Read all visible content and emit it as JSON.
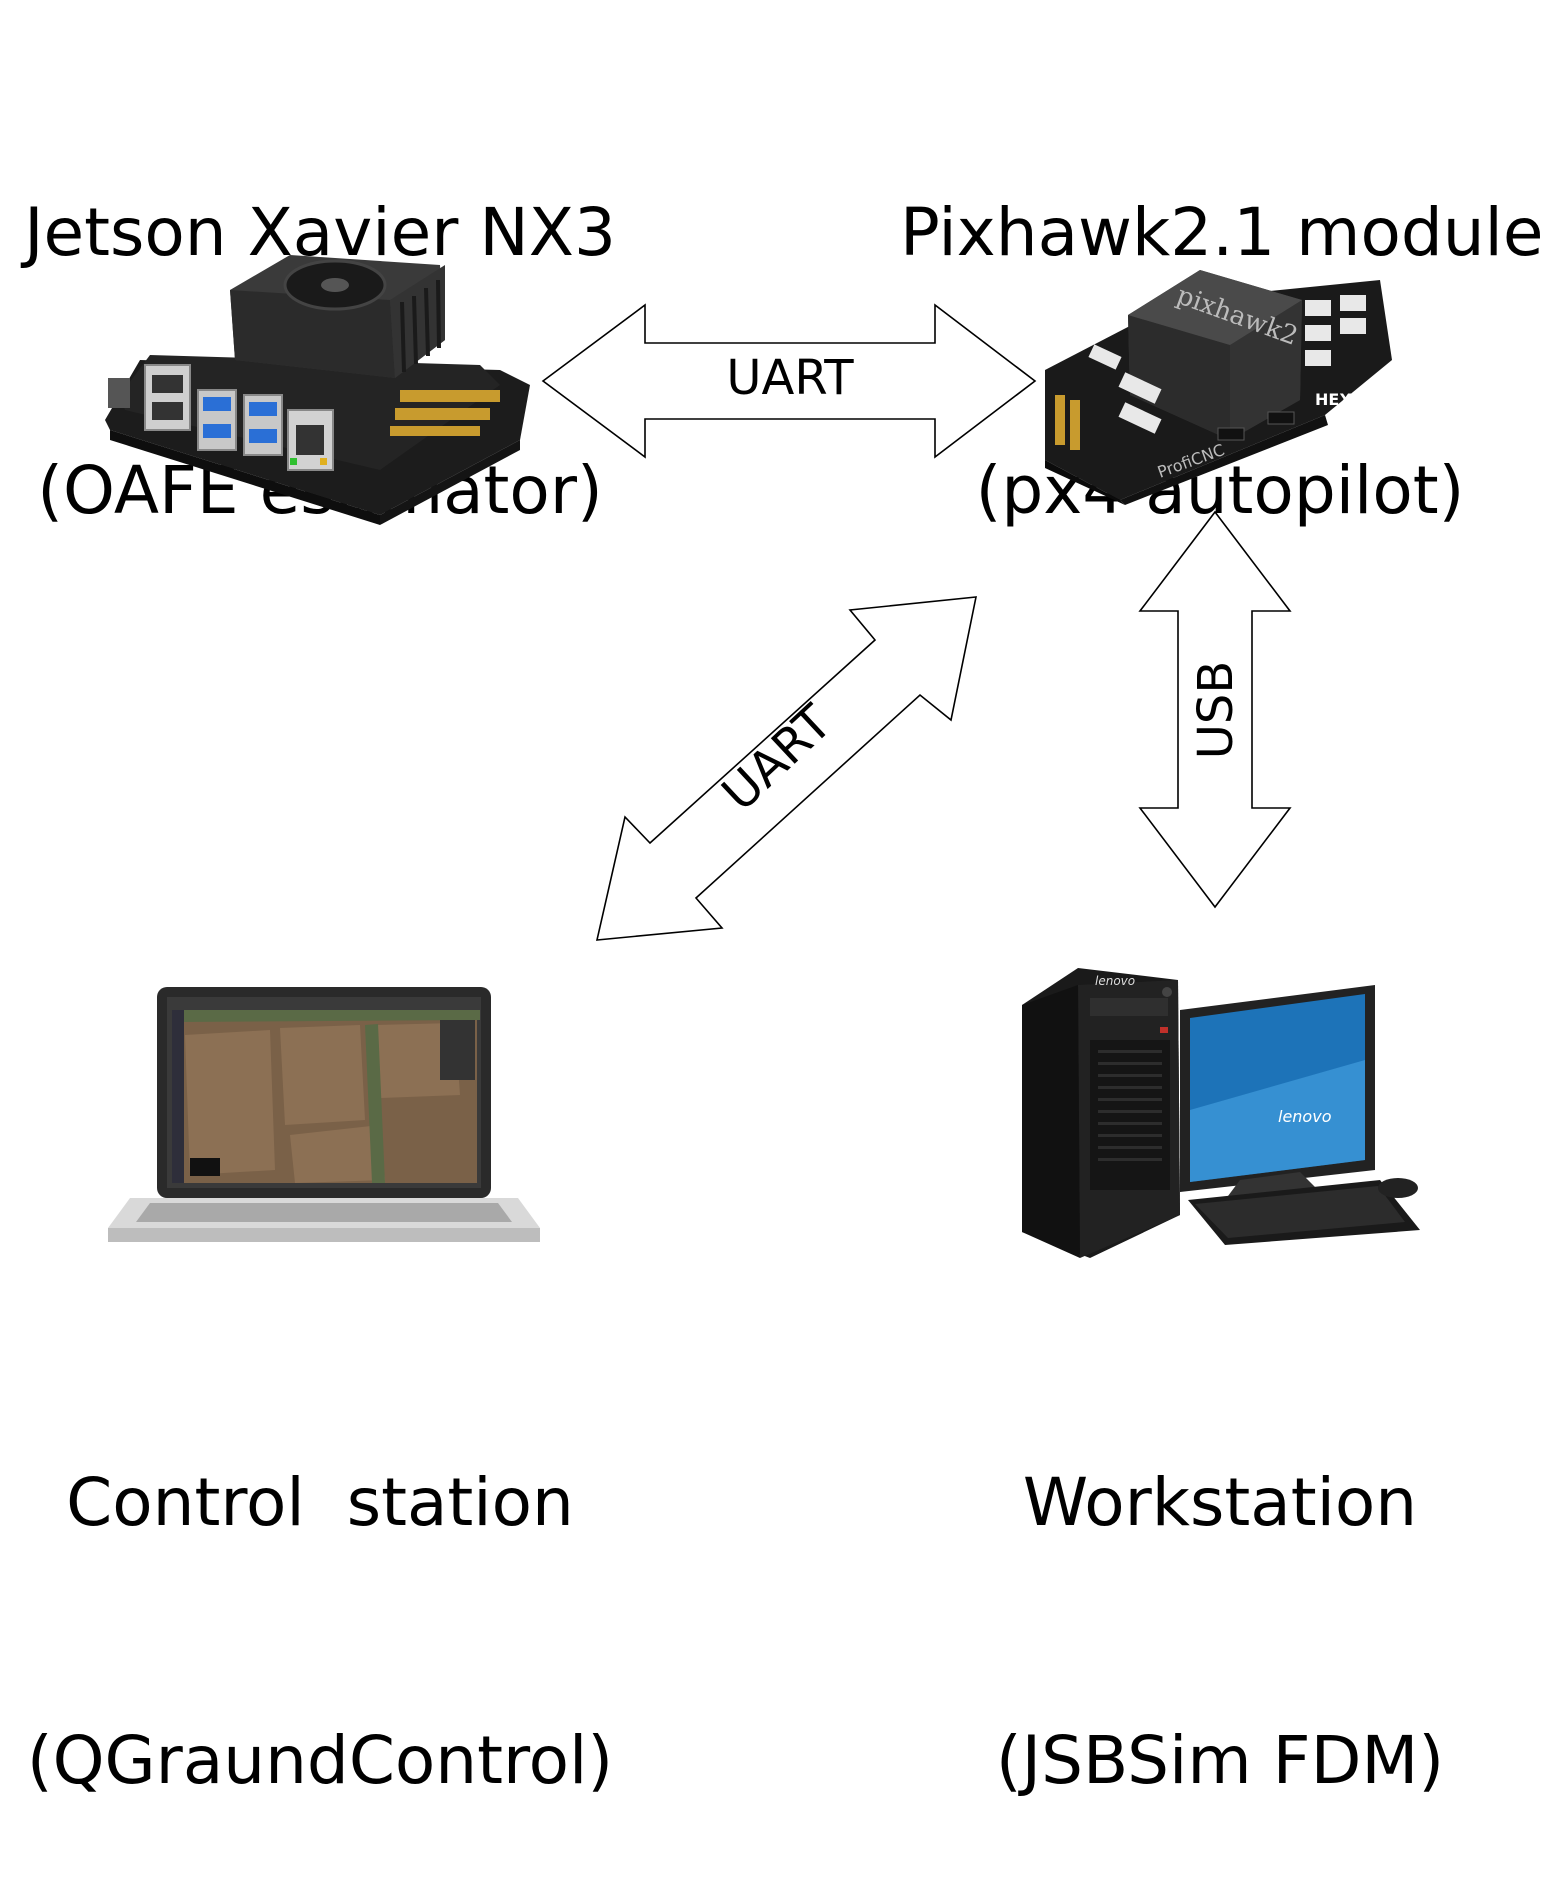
{
  "nodes": {
    "jetson": {
      "title": "Jetson Xavier NX3",
      "subtitle": "(OAFE estimator)",
      "icon": "jetson-board-icon"
    },
    "pixhawk": {
      "title": "Pixhawk2.1 module",
      "subtitle": "(px4 autopilot)",
      "icon": "pixhawk-module-icon",
      "device_text": "pixhawk2",
      "brand_text": "HEX",
      "maker_text": "ProfiCNC"
    },
    "control_station": {
      "title": "Control  station",
      "subtitle": "(QGraundControl)",
      "icon": "laptop-icon"
    },
    "workstation": {
      "title": "Workstation",
      "subtitle": "(JSBSim FDM)",
      "icon": "desktop-pc-icon",
      "brand_text": "lenovo"
    }
  },
  "connections": [
    {
      "id": "jetson-pixhawk",
      "label": "UART",
      "direction": "bidirectional"
    },
    {
      "id": "pixhawk-control",
      "label": "UART",
      "direction": "bidirectional"
    },
    {
      "id": "pixhawk-workstation",
      "label": "USB",
      "direction": "bidirectional"
    }
  ]
}
